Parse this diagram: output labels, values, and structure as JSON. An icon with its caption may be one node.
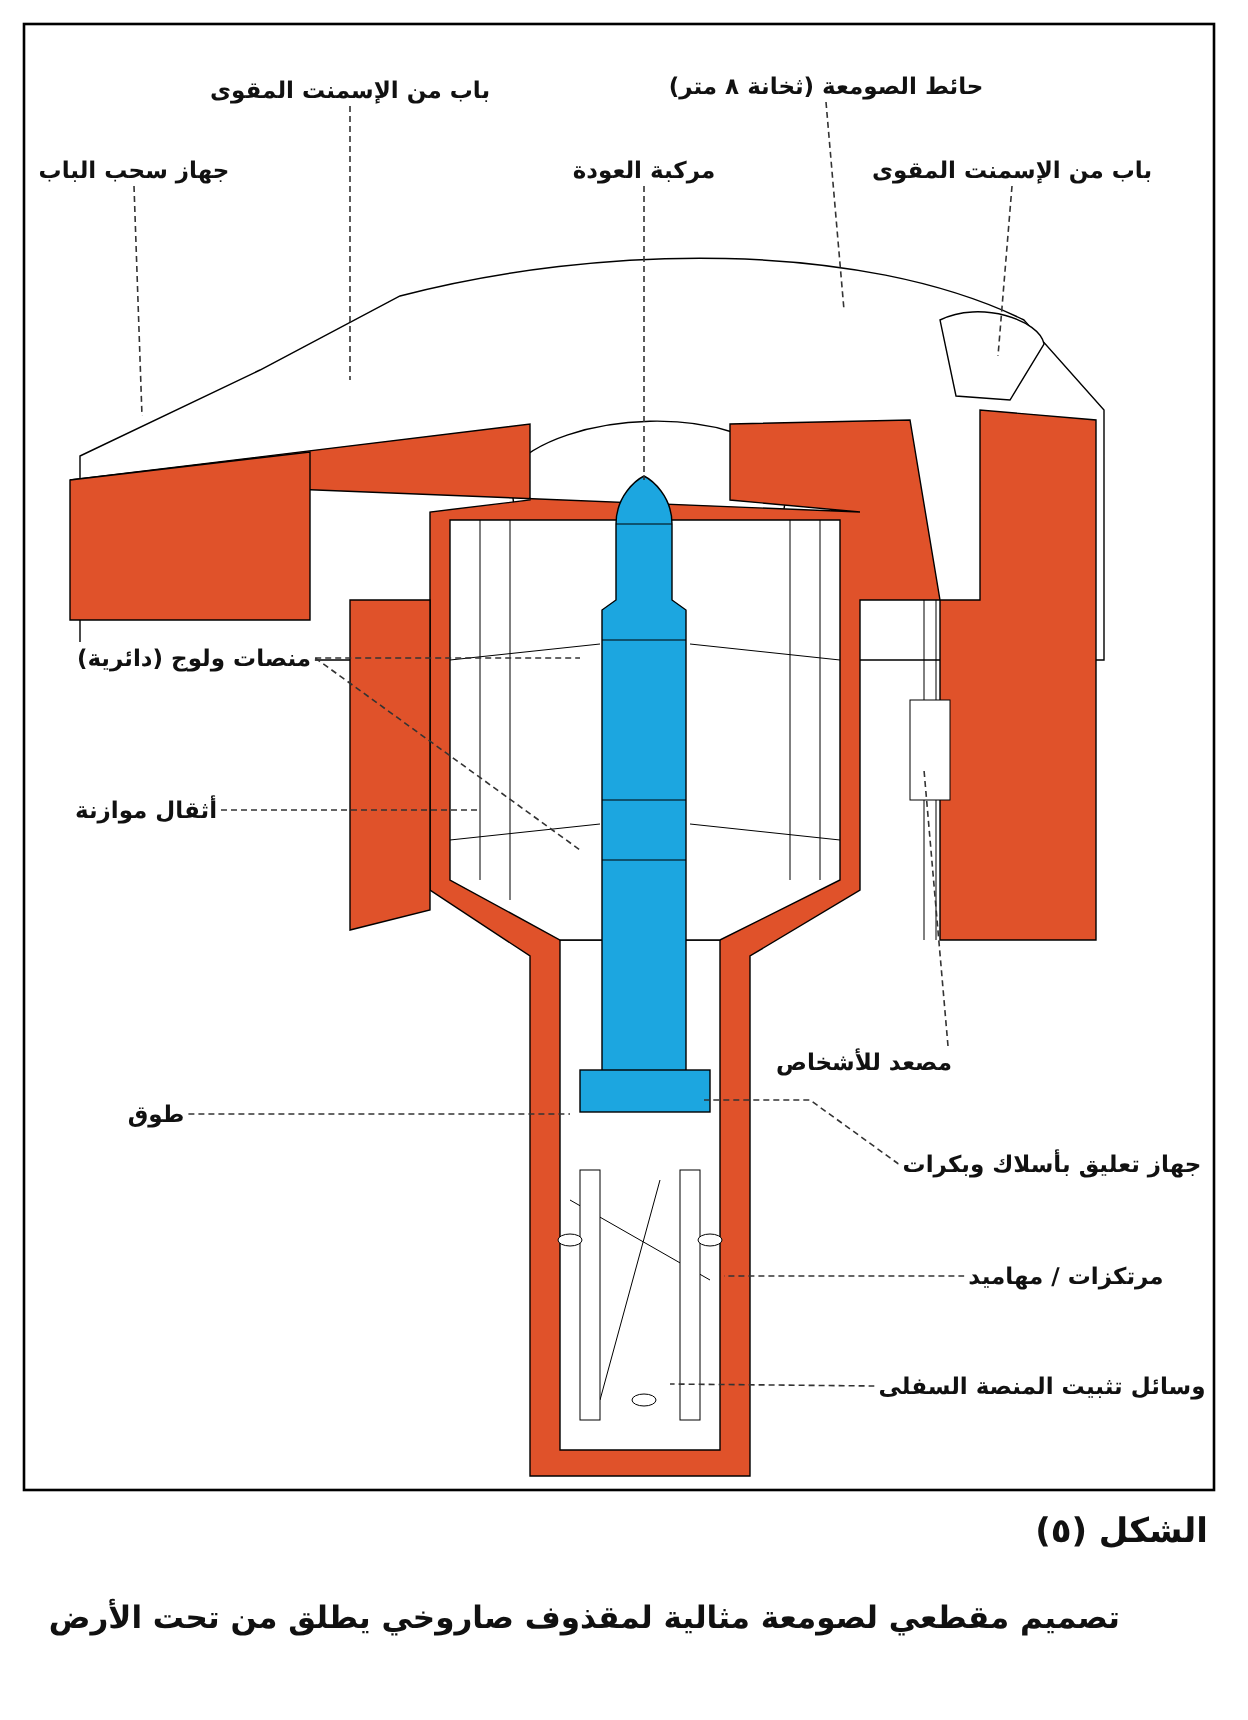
{
  "diagram": {
    "title": "الشكل (٥)",
    "caption": "تصميم مقطعي لصومعة مثالية لمقذوف صاروخي يطلق من تحت الأرض",
    "nodes": [
      {
        "text": [
          "باب من الإسمنت المقوى"
        ]
      },
      {
        "text": [
          "حائط الصومعة (ثخانة ٨ متر)"
        ]
      },
      {
        "text": [
          "جهاز سحب الباب"
        ]
      },
      {
        "text": [
          "مركبة العودة"
        ]
      },
      {
        "text": [
          "باب من الإسمنت المقوى"
        ]
      },
      {
        "text": [
          "منصات ولوج (دائرية)"
        ]
      },
      {
        "text": [
          "أثقال موازنة"
        ]
      },
      {
        "text": [
          "مصعد للأشخاص"
        ]
      },
      {
        "text": [
          "طوق"
        ]
      },
      {
        "text": [
          "جهاز تعليق بأسلاك وبكرات"
        ]
      },
      {
        "text": [
          "مرتكزات / مهاميد"
        ]
      },
      {
        "text": [
          "وسائل تثبيت المنصة السفلى"
        ]
      }
    ],
    "edges": [
      {
        "from": 0,
        "to": null,
        "arrow": "none"
      },
      {
        "from": 1,
        "to": null,
        "arrow": "none"
      },
      {
        "from": 2,
        "to": null,
        "arrow": "none"
      },
      {
        "from": 3,
        "to": null,
        "arrow": "none"
      },
      {
        "from": 4,
        "to": null,
        "arrow": "none"
      },
      {
        "from": 5,
        "to": null,
        "arrow": "none"
      },
      {
        "from": 5,
        "to": null,
        "arrow": "none"
      },
      {
        "from": 6,
        "to": null,
        "arrow": "none"
      },
      {
        "from": 7,
        "to": null,
        "arrow": "none"
      },
      {
        "from": 8,
        "to": null,
        "arrow": "none"
      },
      {
        "from": 9,
        "to": null,
        "arrow": "none"
      },
      {
        "from": 10,
        "to": null,
        "arrow": "none"
      },
      {
        "from": 11,
        "to": null,
        "arrow": "none"
      }
    ]
  }
}
